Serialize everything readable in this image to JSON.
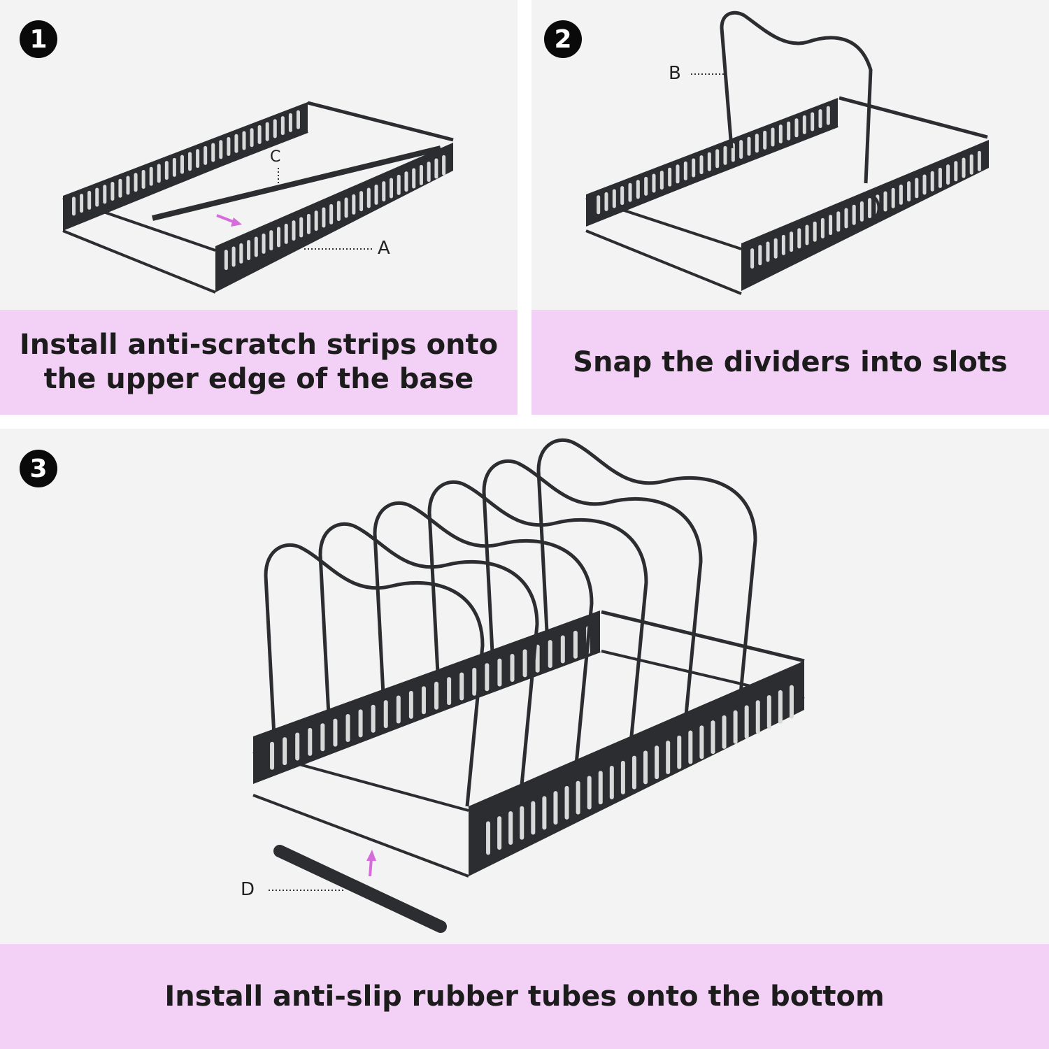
{
  "steps": [
    {
      "number": "1",
      "caption_lines": [
        "Install anti-scratch strips onto",
        "the upper edge of the base"
      ],
      "labels": [
        "C",
        "A"
      ]
    },
    {
      "number": "2",
      "caption_lines": [
        "Snap the dividers into slots"
      ],
      "labels": [
        "B"
      ]
    },
    {
      "number": "3",
      "caption_lines": [
        "Install anti-slip rubber tubes onto the bottom"
      ],
      "labels": [
        "D"
      ]
    }
  ],
  "colors": {
    "panel_bg": "#f3f3f3",
    "caption_bg": "#f3d0f5",
    "metal": "#2b2d30",
    "arrow": "#d66bdc"
  }
}
